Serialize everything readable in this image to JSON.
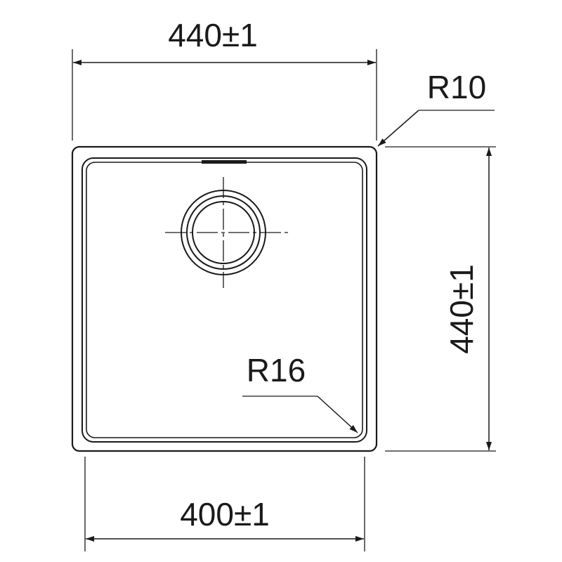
{
  "dimensions": {
    "top_width": "440±1",
    "right_height": "440±1",
    "bottom_width": "400±1",
    "outer_radius": "R10",
    "inner_radius": "R16"
  },
  "colors": {
    "stroke": "#1a1a1a",
    "background": "#ffffff"
  }
}
